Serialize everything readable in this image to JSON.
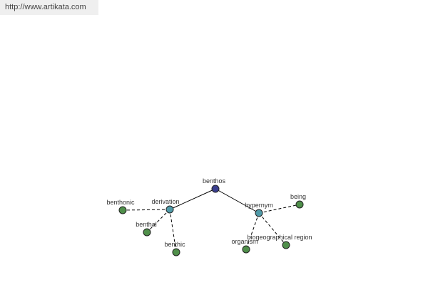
{
  "source_url": "http://www.artikata.com",
  "colors": {
    "root_node": "#3a3f8f",
    "relation_node": "#4f9aa8",
    "leaf_node": "#4f8f4a",
    "node_stroke": "#222222",
    "edge": "#000000"
  },
  "graph": {
    "root": {
      "id": "benthos",
      "label": "benthos"
    },
    "relations": [
      {
        "id": "derivation",
        "label": "derivation",
        "parent": "benthos"
      },
      {
        "id": "hypernym",
        "label": "hypernym",
        "parent": "benthos"
      }
    ],
    "leaves": [
      {
        "id": "benthonic",
        "label": "benthonic",
        "parent": "derivation"
      },
      {
        "id": "benthal",
        "label": "benthal",
        "parent": "derivation"
      },
      {
        "id": "benthic",
        "label": "benthic",
        "parent": "derivation"
      },
      {
        "id": "being",
        "label": "being",
        "parent": "hypernym"
      },
      {
        "id": "organism",
        "label": "organism",
        "parent": "hypernym"
      },
      {
        "id": "biogeographical-region",
        "label": "biogeographical region",
        "parent": "hypernym"
      }
    ]
  }
}
